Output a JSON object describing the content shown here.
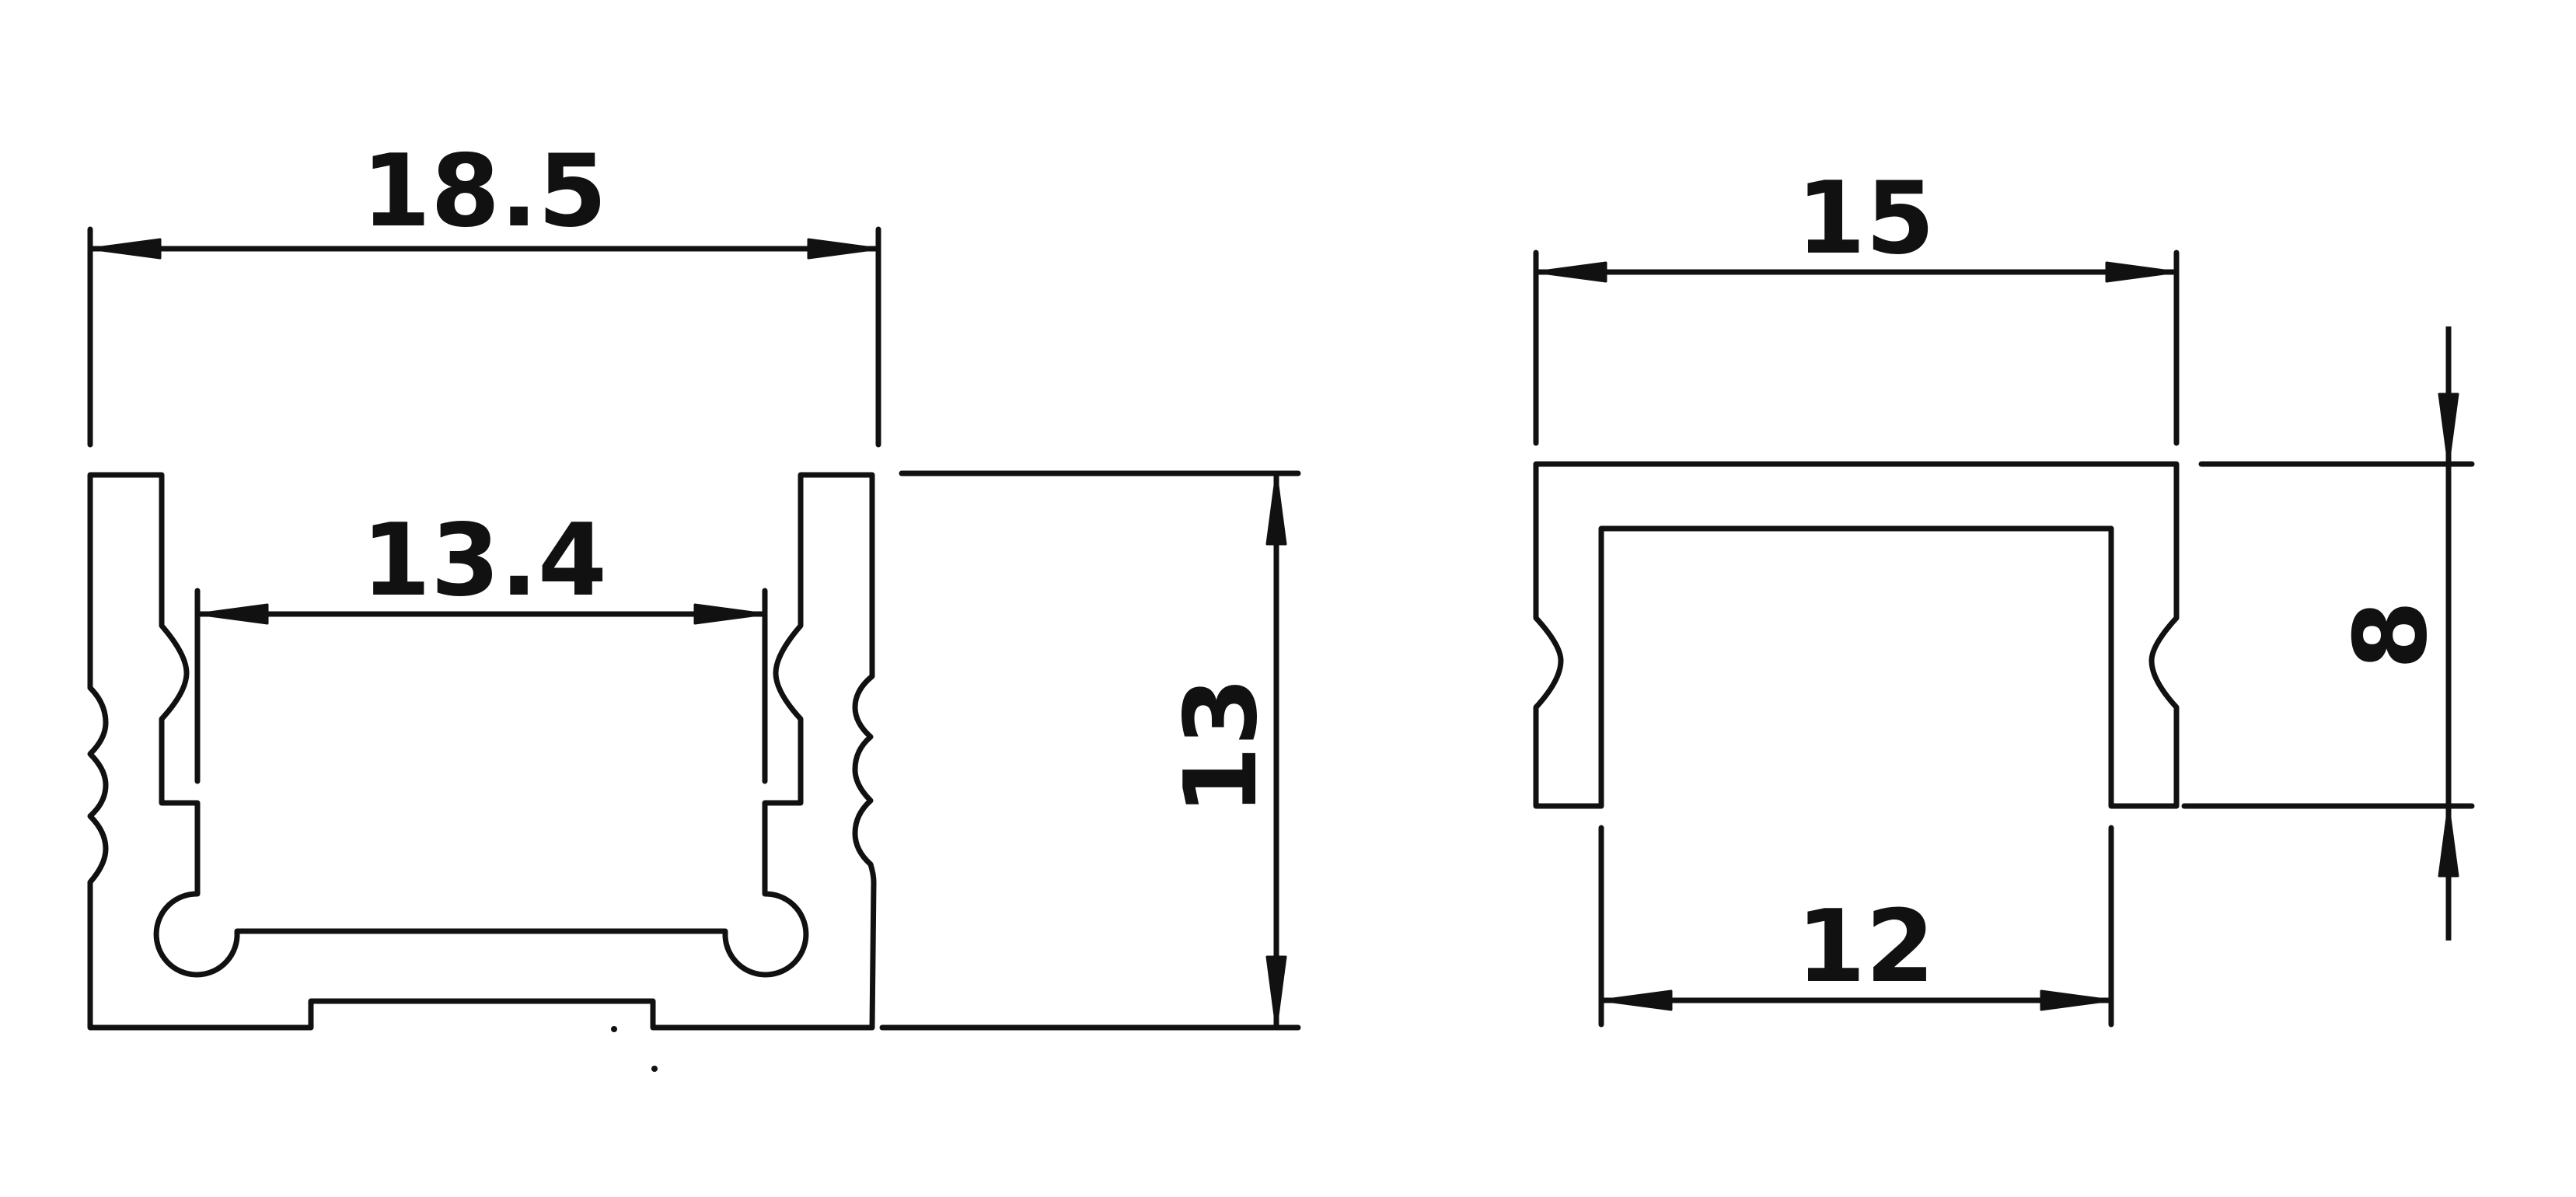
{
  "diagram": {
    "left_profile": {
      "dimensions": {
        "outer_width": "18.5",
        "inner_width": "13.4",
        "height": "13"
      }
    },
    "right_profile": {
      "dimensions": {
        "outer_width": "15",
        "inner_width": "12",
        "height": "8"
      }
    },
    "line_color": "#111111",
    "background_color": "#ffffff"
  }
}
